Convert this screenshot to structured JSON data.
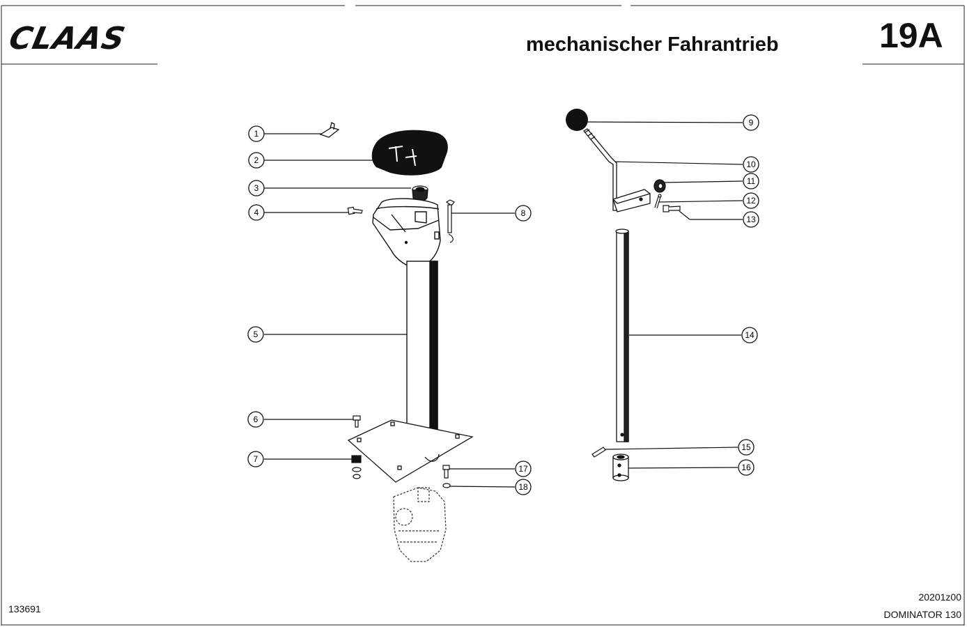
{
  "header": {
    "brand": "CLAAS",
    "title": "mechanischer Fahrantrieb",
    "page_number": "19A"
  },
  "footer": {
    "doc_number": "133691",
    "code": "20201z00",
    "model": "DOMINATOR 130"
  },
  "callouts": [
    "1",
    "2",
    "3",
    "4",
    "5",
    "6",
    "7",
    "8",
    "9",
    "10",
    "11",
    "12",
    "13",
    "14",
    "15",
    "16",
    "17",
    "18"
  ]
}
